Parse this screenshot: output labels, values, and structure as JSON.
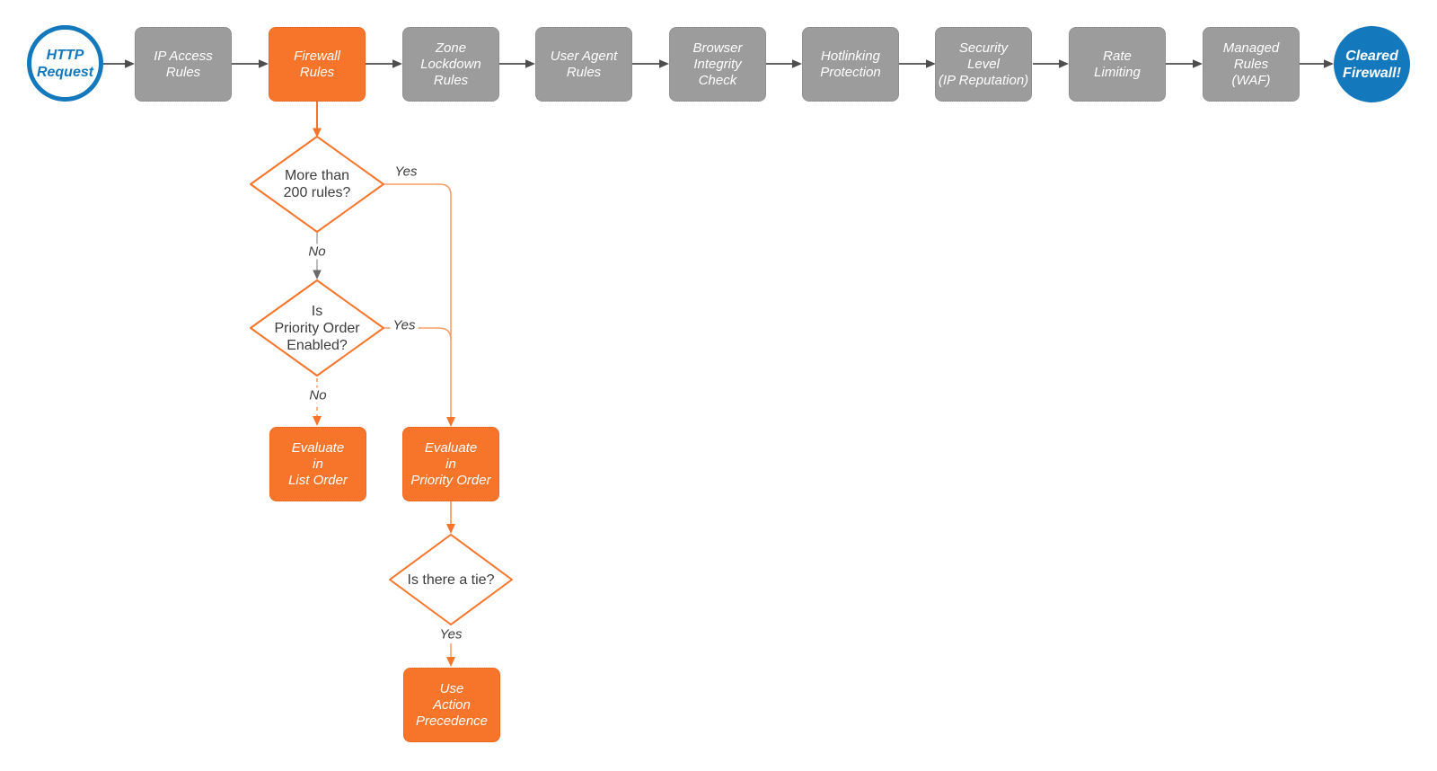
{
  "diagram": {
    "type": "flowchart",
    "pipeline": {
      "start": {
        "label": "HTTP\nRequest"
      },
      "stages": {
        "ip_access": "IP Access\nRules",
        "firewall": "Firewall\nRules",
        "zone_lockdown": "Zone\nLockdown\nRules",
        "user_agent": "User Agent\nRules",
        "browser_integrity": "Browser\nIntegrity\nCheck",
        "hotlinking": "Hotlinking\nProtection",
        "security_level": "Security\nLevel\n(IP Reputation)",
        "rate_limiting": "Rate\nLimiting",
        "managed_rules": "Managed\nRules\n(WAF)"
      },
      "end": {
        "label": "Cleared\nFirewall!"
      }
    },
    "decisions": {
      "more_than_200": "More than\n200 rules?",
      "priority_enabled": "Is\nPriority Order\nEnabled?",
      "tie": "Is there a tie?"
    },
    "outcomes": {
      "list_order": "Evaluate\nin\nList Order",
      "priority_order": "Evaluate\nin\nPriority Order",
      "action_precedence": "Use\nAction\nPrecedence"
    },
    "edge_labels": {
      "d1_yes": "Yes",
      "d1_no": "No",
      "d2_yes": "Yes",
      "d2_no": "No",
      "d3_yes": "Yes"
    },
    "colors": {
      "stage_gray": "#9C9C9C",
      "accent_orange": "#F7752B",
      "connector_orange_light": "#F69E6B",
      "brand_blue": "#1478BD",
      "connector_gray": "#4D4D4D",
      "text_dark": "#3C3C3C"
    }
  }
}
